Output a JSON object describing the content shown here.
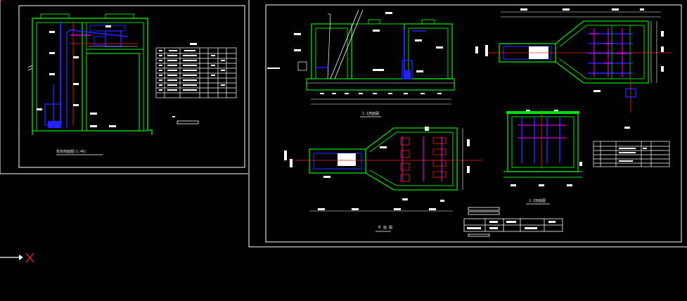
{
  "theme": {
    "background": "#000000",
    "frame": "#ffffff",
    "structure": "#00e000",
    "pipe": "#2222ff",
    "axis": "#ff2020",
    "fitting": "#ff00ff",
    "table": "#ffffff"
  },
  "canvas": {
    "ucs_icon": "ucs-arrow-icon",
    "ucs_x_mark": "X"
  },
  "sheets": {
    "left": {
      "captions": {
        "section_title": "泵房剖面图(1:40)"
      },
      "table": {
        "rows": 10,
        "cols": 7
      }
    },
    "right": {
      "captions": {
        "section_1": "1-1剖面图",
        "plan": "平 面 图",
        "section_2": "2-2剖面图"
      },
      "tables": {
        "main": {
          "rows": 8,
          "cols": 5
        }
      }
    }
  }
}
